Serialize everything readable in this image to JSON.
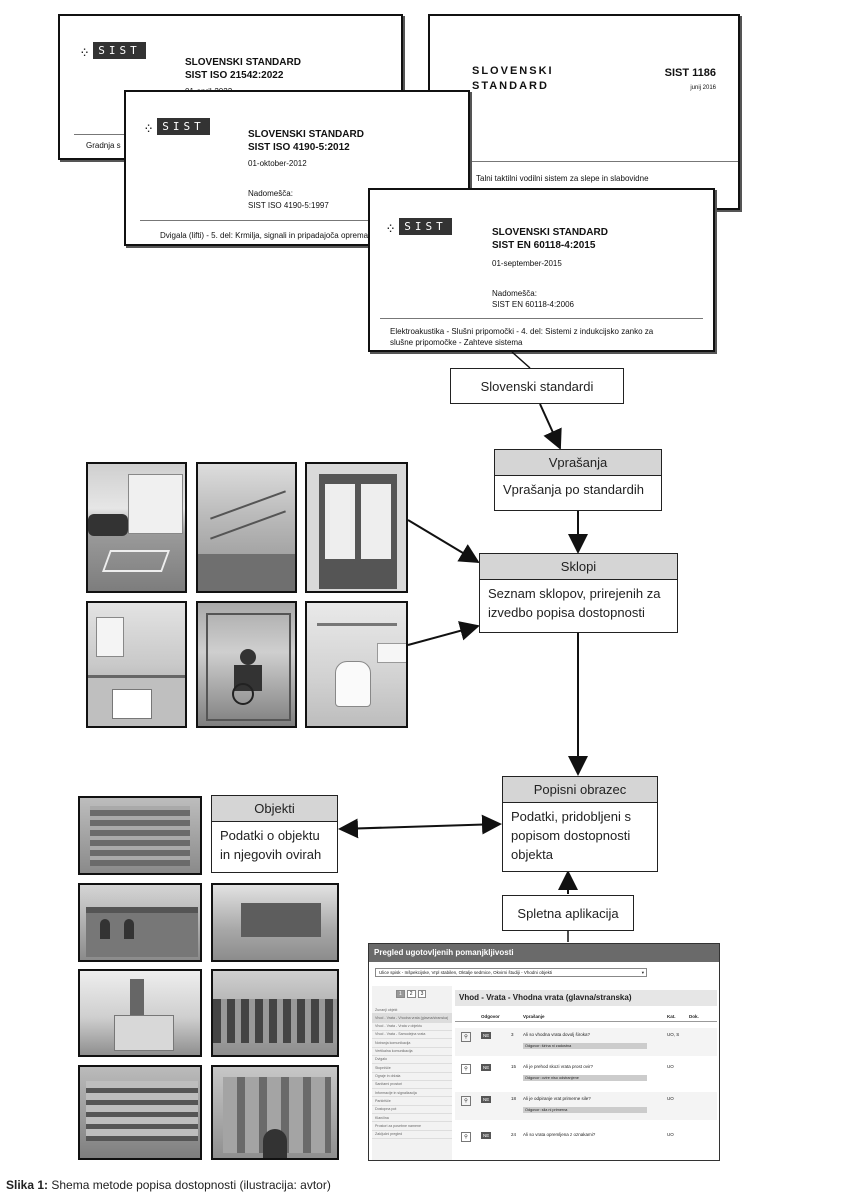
{
  "standards": {
    "doc1": {
      "logo": "SIST",
      "title": "SLOVENSKI STANDARD",
      "code": "SIST ISO 21542:2022",
      "date": "01-april-2022",
      "footer": "Gradnja s"
    },
    "doc2": {
      "title": "SLOVENSKI\nSTANDARD",
      "code": "SIST 1186",
      "date": "junij 2016",
      "footer": "Talni taktilni vodilni sistem za slepe in slabovidne"
    },
    "doc3": {
      "logo": "SIST",
      "title": "SLOVENSKI STANDARD",
      "code": "SIST ISO 4190-5:2012",
      "date": "01-oktober-2012",
      "replaces_label": "Nadomešča:",
      "replaces": "SIST ISO 4190-5:1997",
      "footer": "Dvigala (lifti) - 5. del: Krmilja, signali in pripadajoča oprema"
    },
    "doc4": {
      "logo": "SIST",
      "title": "SLOVENSKI STANDARD",
      "code": "SIST EN 60118-4:2015",
      "date": "01-september-2015",
      "replaces_label": "Nadomešča:",
      "replaces": "SIST EN 60118-4:2006",
      "footer": "Elektroakustika - Slušni pripomočki - 4. del: Sistemi z indukcijsko zanko za slušne pripomočke - Zahteve sistema"
    }
  },
  "diagram": {
    "slovenski_standardi": "Slovenski standardi",
    "vprasanja": {
      "head": "Vprašanja",
      "body": "Vprašanja po standardih"
    },
    "sklopi": {
      "head": "Sklopi",
      "body": "Seznam sklopov,  prirejenih za izvedbo popisa dostopnosti"
    },
    "popisni_obrazec": {
      "head": "Popisni obrazec",
      "body": "Podatki, pridobljeni s popisom dostopnosti objekta"
    },
    "objekti": {
      "head": "Objekti",
      "body": "Podatki o objektu in njegovih ovirah"
    },
    "spletna_aplikacija": "Spletna aplikacija"
  },
  "app": {
    "header": "Pregled ugotovljenih pomanjkljivosti",
    "select": "Ulice spisk - Inšpekcijske, Vrpl stabilen, Oktalje sedmice, Okvirni študiji - Vhodni objekti",
    "section_title": "Vhod - Vrata - Vhodna vrata (glavna/stranska)",
    "pager": [
      "1",
      "2",
      "3"
    ],
    "col_headers": [
      "Odgovor",
      "Vprašanje",
      "Kat.",
      "Dok."
    ],
    "sidebar_items": [
      "Zunanji objekt",
      "Vhod - Vrata - Vhodna vrata (glavna/stranska)",
      "Vhod - Vrata - Vrata v objektu",
      "Vhod - Vrata - Samodejna vrata",
      "Notranja komunikacija",
      "Vertikalna komunikacija",
      "Dvigalo",
      "Stopnišče",
      "Ograje in držala",
      "Sanitarni prostori",
      "Informacije in signalizacija",
      "Parkirišče",
      "Dostopna pot",
      "Klančina",
      "Prostori za posebne namene",
      "Zaključni pregled"
    ],
    "rows": [
      {
        "btn": "NE",
        "num": "3",
        "q": "Ali so vhodna vrata dovolj široka?",
        "ans": "Odgovor: širina ni zadostna",
        "kat": "UO, S"
      },
      {
        "btn": "NE",
        "num": "15",
        "q": "Ali je prehod skozi vrata prost ovir?",
        "ans": "Odgovor: ovire niso odstranjene",
        "kat": "UO"
      },
      {
        "btn": "NE",
        "num": "18",
        "q": "Ali je odpiranje vrat primerne sile?",
        "ans": "Odgovor: sila ni primerna",
        "kat": "UO"
      },
      {
        "btn": "NE",
        "num": "24",
        "q": "Ali so vrata opremljena z oznakami?",
        "ans": "",
        "kat": "UO"
      }
    ]
  },
  "caption": {
    "label": "Slika 1:",
    "text": " Shema metode popisa dostopnosti (ilustracija: avtor)"
  }
}
